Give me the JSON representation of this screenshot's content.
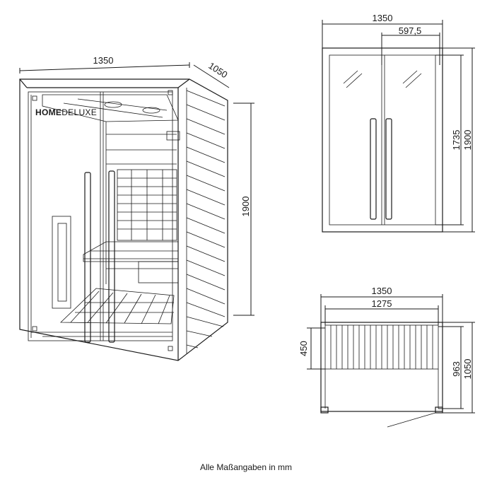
{
  "brand": {
    "strong": "HOME",
    "light": "DELUXE"
  },
  "perspective_view": {
    "width_label": "1350",
    "depth_label": "1050",
    "height_label": "1900"
  },
  "front_view": {
    "width_label": "1350",
    "door_label": "597,5",
    "inner_height_label": "1735",
    "height_label": "1900"
  },
  "top_view": {
    "outer_width_label": "1350",
    "inner_width_label": "1275",
    "bench_label": "450",
    "inner_depth_label": "963",
    "depth_label": "1050"
  },
  "caption": "Alle Maßangaben in mm"
}
